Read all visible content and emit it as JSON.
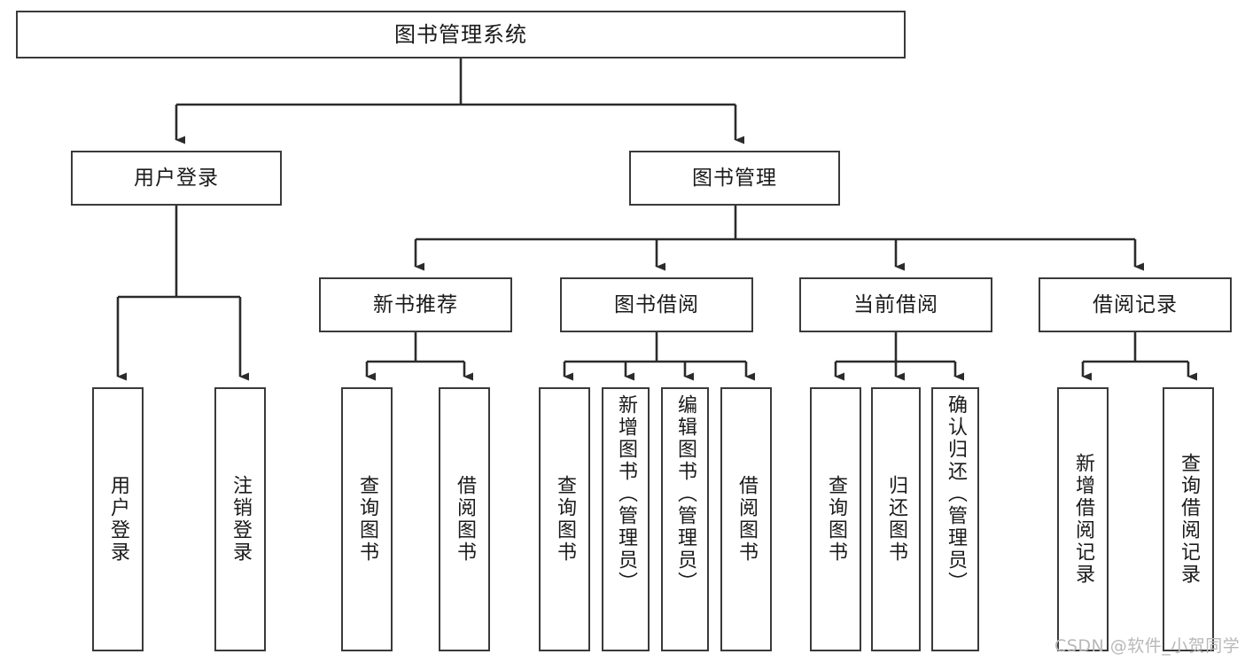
{
  "diagram": {
    "type": "tree",
    "title": "图书管理系统",
    "theme": {
      "background": "#ffffff",
      "node_border": "#3a3a3a",
      "node_fill": "#ffffff",
      "edge": "#2b2b2b",
      "text": "#1a1a1a",
      "watermark": "#b8b8b8"
    }
  },
  "root": {
    "label": "图书管理系统"
  },
  "level2": [
    {
      "label": "用户登录"
    },
    {
      "label": "图书管理"
    }
  ],
  "level3": [
    {
      "label": "新书推荐"
    },
    {
      "label": "图书借阅"
    },
    {
      "label": "当前借阅"
    },
    {
      "label": "借阅记录"
    }
  ],
  "leaves": {
    "user_login": [
      {
        "label": "用户登录"
      },
      {
        "label": "注销登录"
      }
    ],
    "new_book": [
      {
        "label": "查询图书"
      },
      {
        "label": "借阅图书"
      }
    ],
    "book_borrow": [
      {
        "label": "查询图书"
      },
      {
        "label": "新增图书（管理员）"
      },
      {
        "label": "编辑图书（管理员）"
      },
      {
        "label": "借阅图书"
      }
    ],
    "current_borrow": [
      {
        "label": "查询图书"
      },
      {
        "label": "归还图书"
      },
      {
        "label": "确认归还（管理员）"
      }
    ],
    "borrow_record": [
      {
        "label": "新增借阅记录"
      },
      {
        "label": "查询借阅记录"
      }
    ]
  },
  "watermark": {
    "text": "CSDN @软件_小贺同学"
  }
}
